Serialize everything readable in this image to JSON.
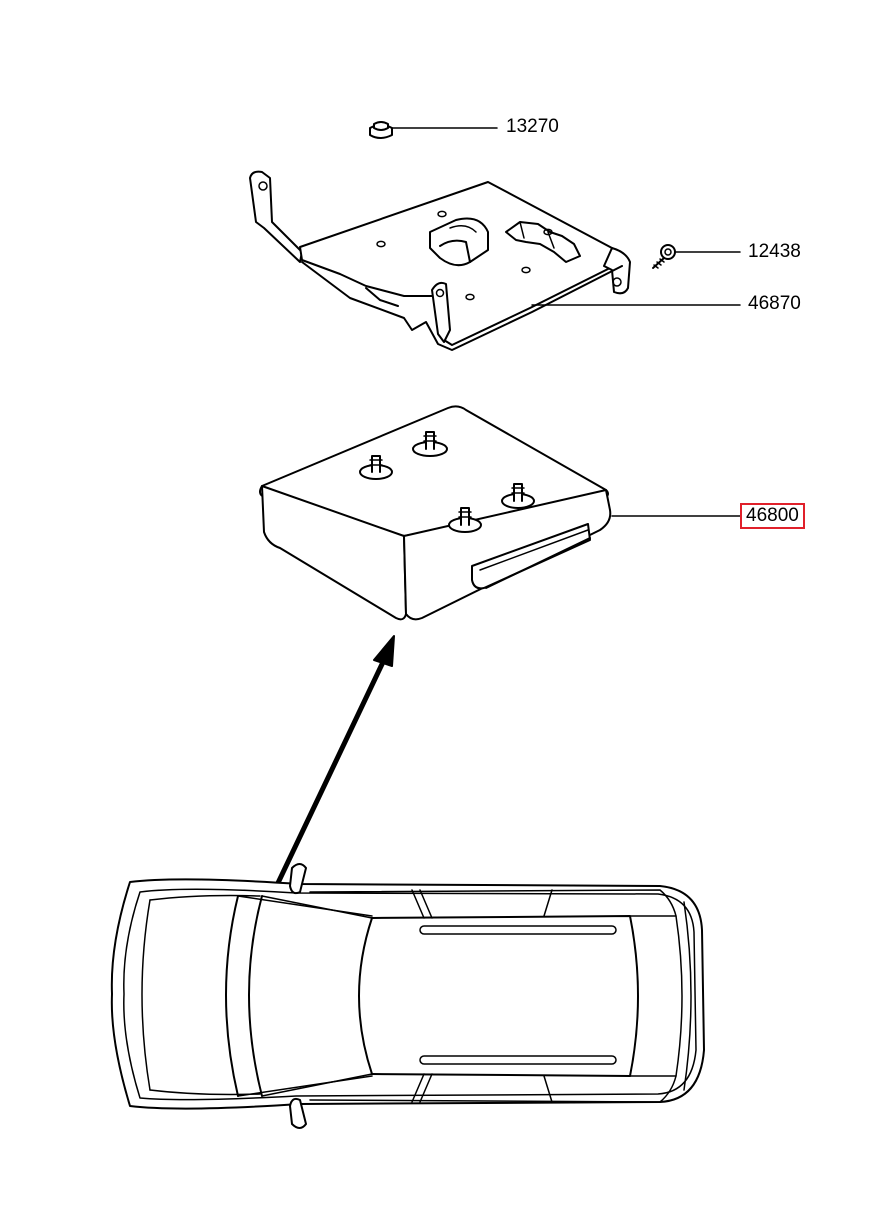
{
  "parts": [
    {
      "number": "13270",
      "name": "nut"
    },
    {
      "number": "12438",
      "name": "screw"
    },
    {
      "number": "46870",
      "name": "bracket"
    },
    {
      "number": "46800",
      "name": "control-unit",
      "highlighted": true
    }
  ],
  "colors": {
    "line": "#000000",
    "highlight_border": "#e0202a",
    "background": "#ffffff"
  }
}
